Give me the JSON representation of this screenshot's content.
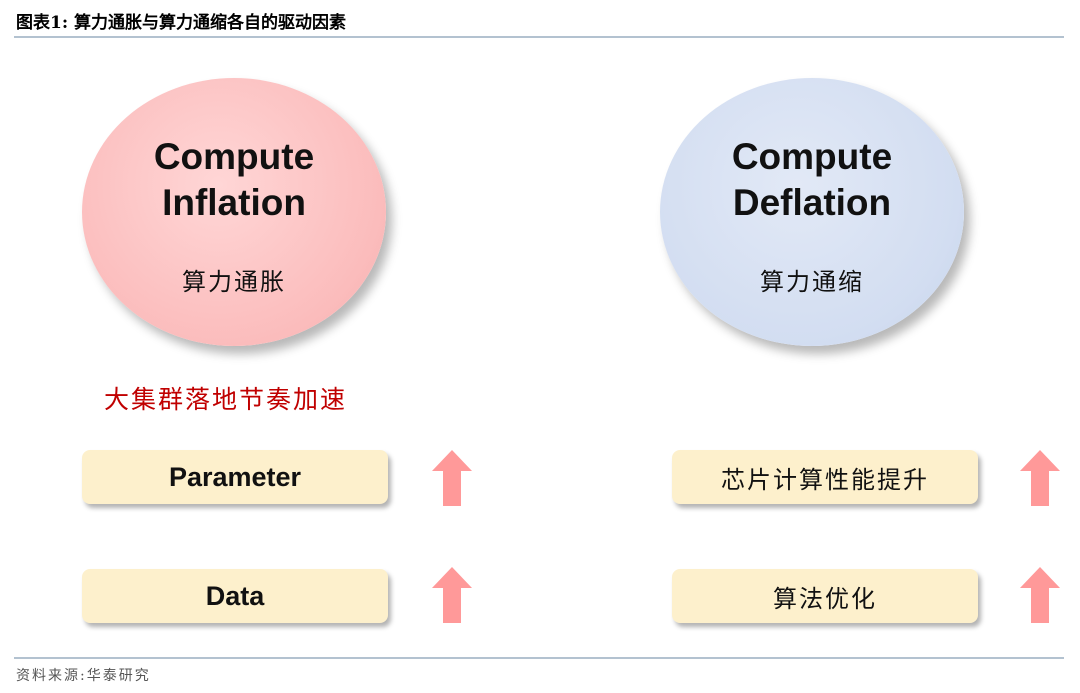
{
  "header": {
    "title": "图表1:   算力通胀与算力通缩各自的驱动因素"
  },
  "inflation": {
    "title_line1": "Compute",
    "title_line2": "Inflation",
    "subtitle": "算力通胀",
    "note": "大集群落地节奏加速",
    "factors": [
      "Parameter",
      "Data"
    ],
    "color": "#fbbcbc"
  },
  "deflation": {
    "title_line1": "Compute",
    "title_line2": "Deflation",
    "subtitle": "算力通缩",
    "factors": [
      "芯片计算性能提升",
      "算法优化"
    ],
    "color": "#d2ddf1"
  },
  "arrow": {
    "icon": "arrow-up-icon",
    "color": "#ff9999"
  },
  "box_color": "#fdf0cc",
  "footer": {
    "source": "资料来源:华泰研究"
  }
}
